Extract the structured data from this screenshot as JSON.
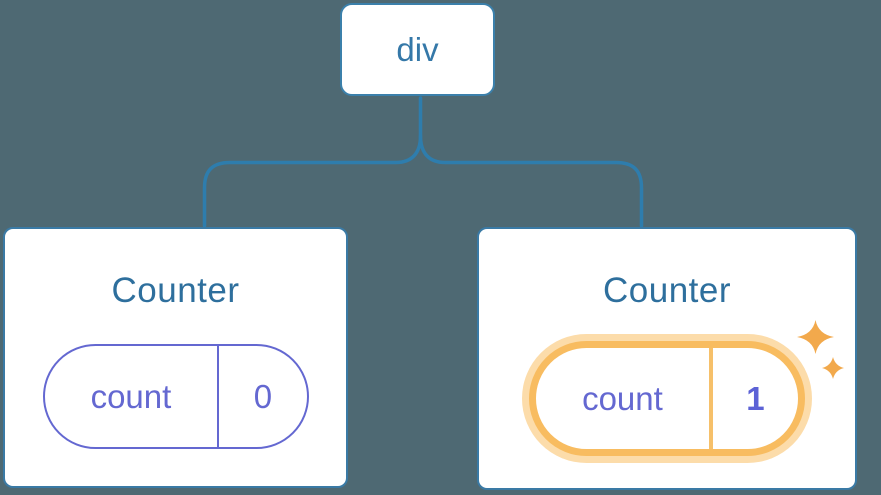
{
  "tree": {
    "root": {
      "label": "div"
    },
    "children": [
      {
        "title": "Counter",
        "state_key": "count",
        "state_value": "0",
        "highlighted": false
      },
      {
        "title": "Counter",
        "state_key": "count",
        "state_value": "1",
        "highlighted": true
      }
    ]
  },
  "icons": {
    "sparkles": "sparkles-icon"
  },
  "colors": {
    "background": "#4e6973",
    "node_border_blue": "#3a7aa5",
    "connector_blue": "#2e7dad",
    "title_text_blue": "#2e6f9d",
    "state_purple": "#6468d1",
    "highlight_border_orange": "#f8bc60",
    "highlight_halo_orange": "#fcdcaa",
    "sparkle_orange": "#f2a94c"
  }
}
